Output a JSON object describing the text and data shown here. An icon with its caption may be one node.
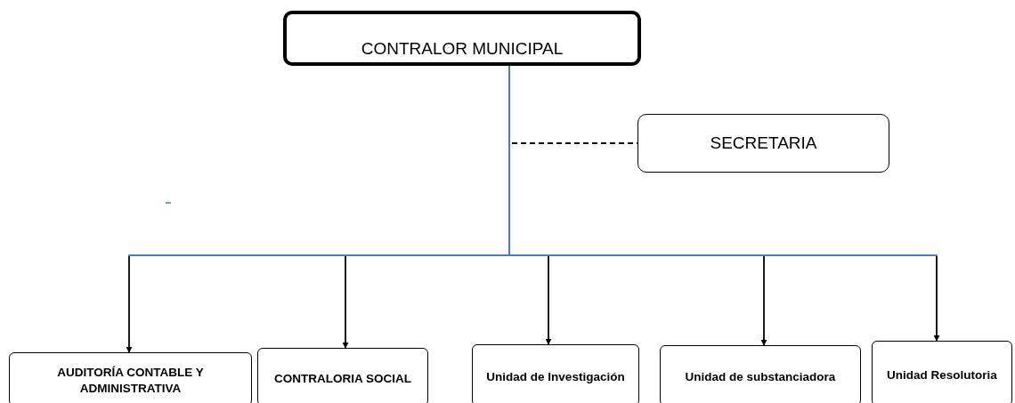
{
  "diagram": {
    "nodes": [
      {
        "text": [
          "CONTRALOR MUNICIPAL"
        ]
      },
      {
        "text": [
          "SECRETARIA"
        ]
      },
      {
        "text": [
          "AUDITORÍA CONTABLE Y ADMINISTRATIVA"
        ]
      },
      {
        "text": [
          "CONTRALORIA SOCIAL"
        ]
      },
      {
        "text": [
          "Unidad de Investigación"
        ]
      },
      {
        "text": [
          "Unidad de substanciadora"
        ]
      },
      {
        "text": [
          "Unidad Resolutoria"
        ]
      }
    ],
    "edges": [
      {
        "from": 0,
        "to": 1,
        "arrow": "none",
        "style": "dashed"
      },
      {
        "from": 0,
        "to": 2,
        "arrow": "to"
      },
      {
        "from": 0,
        "to": 3,
        "arrow": "to"
      },
      {
        "from": 0,
        "to": 4,
        "arrow": "to"
      },
      {
        "from": 0,
        "to": 5,
        "arrow": "to"
      },
      {
        "from": 0,
        "to": 6,
        "arrow": "to"
      }
    ]
  }
}
